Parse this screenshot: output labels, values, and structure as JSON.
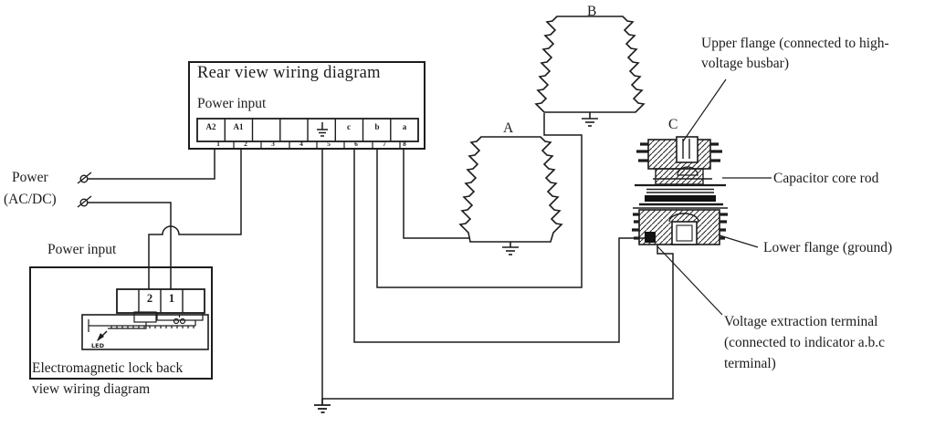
{
  "colors": {
    "ink": "#1c1c1c",
    "background": "#ffffff"
  },
  "rear_panel": {
    "title": "Rear view wiring diagram",
    "section_label": "Power input",
    "terminals": [
      {
        "label": "A2",
        "number": "1"
      },
      {
        "label": "A1",
        "number": "2"
      },
      {
        "label": "",
        "number": "3"
      },
      {
        "label": "",
        "number": "4"
      },
      {
        "label": "",
        "number": "5",
        "icon": "ground-icon"
      },
      {
        "label": "c",
        "number": "6"
      },
      {
        "label": "b",
        "number": "7"
      },
      {
        "label": "a",
        "number": "8"
      }
    ]
  },
  "power_source": {
    "line1": "Power",
    "line2": "(AC/DC)"
  },
  "lock_panel": {
    "section_label": "Power input",
    "terminals": [
      {
        "label": ""
      },
      {
        "label": "2"
      },
      {
        "label": "1"
      },
      {
        "label": ""
      }
    ],
    "led_label": "LED",
    "caption_line1": "Electromagnetic lock back",
    "caption_line2": "view wiring diagram"
  },
  "components": {
    "insulator_a": "A",
    "insulator_b": "B",
    "capacitor": "C"
  },
  "annotations": {
    "upper_flange_line1": "Upper flange (connected to high-",
    "upper_flange_line2": "voltage busbar)",
    "capacitor_core_rod": "Capacitor core rod",
    "lower_flange": "Lower flange (ground)",
    "voltage_terminal_line1": "Voltage extraction terminal",
    "voltage_terminal_line2": "(connected to indicator a.b.c",
    "voltage_terminal_line3": "terminal)"
  }
}
